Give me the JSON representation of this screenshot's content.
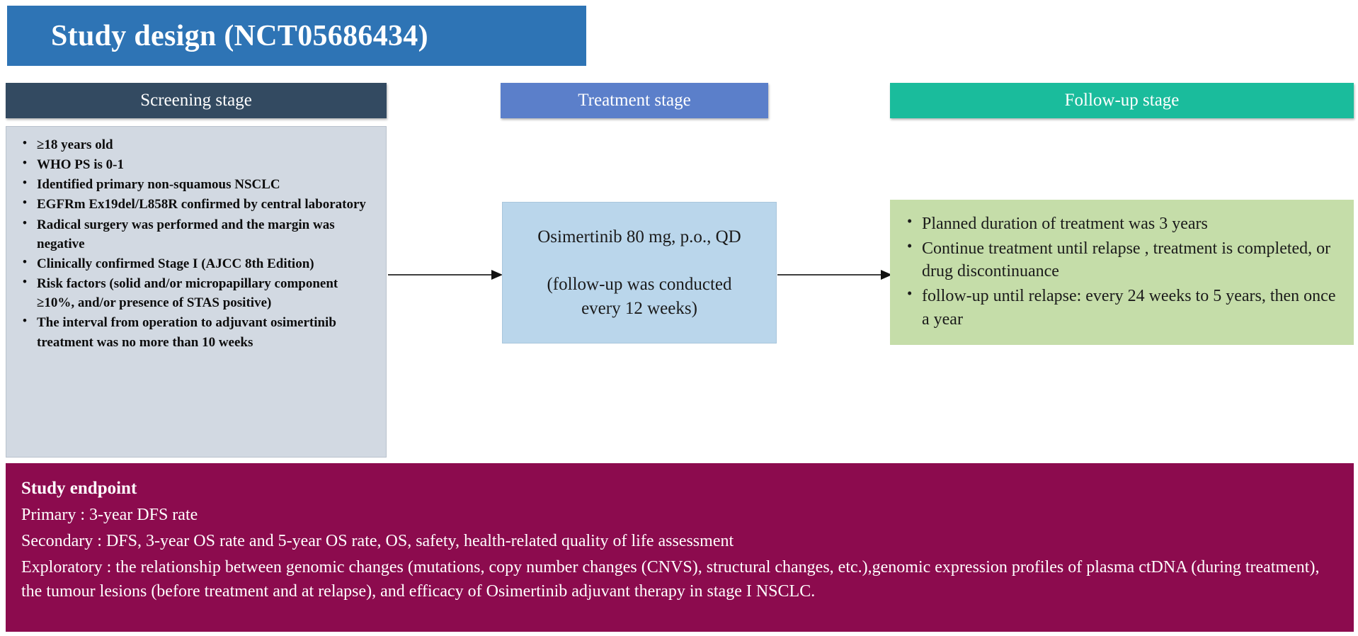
{
  "title": {
    "text": "Study design (NCT05686434)",
    "background_color": "#2E74B5"
  },
  "stages": {
    "screening": {
      "header_label": "Screening stage",
      "header_color": "#334A61",
      "panel_color": "#D2D9E2",
      "criteria": [
        "≥18 years old",
        "WHO PS is 0-1",
        "Identified primary non-squamous NSCLC",
        "EGFRm Ex19del/L858R confirmed by central laboratory",
        "Radical surgery was performed and the margin was negative",
        "Clinically confirmed Stage I (AJCC 8th Edition)",
        "Risk factors (solid and/or micropapillary component ≥10%, and/or presence of STAS positive)",
        "The interval from operation to adjuvant osimertinib treatment was no more than 10 weeks"
      ]
    },
    "treatment": {
      "header_label": "Treatment stage",
      "header_color": "#5B7FCA",
      "panel_color": "#BAD6EB",
      "dose": "Osimertinib 80 mg, p.o., QD",
      "note_line1": "(follow-up was conducted",
      "note_line2": "every 12 weeks)"
    },
    "followup": {
      "header_label": "Follow-up stage",
      "header_color": "#1ABC9C",
      "panel_color": "#C5DDA9",
      "items": [
        "Planned duration of treatment was 3 years",
        "Continue treatment until relapse , treatment is completed, or drug discontinuance",
        "follow-up until relapse: every 24 weeks to 5 years, then once a year"
      ]
    }
  },
  "endpoint": {
    "title": "Study endpoint",
    "background_color": "#8C0B4E",
    "primary": "Primary : 3-year DFS rate",
    "secondary": "Secondary : DFS, 3-year OS rate and 5-year OS rate, OS, safety, health-related quality of life assessment",
    "exploratory": "Exploratory : the relationship between genomic changes (mutations, copy number changes (CNVS), structural changes, etc.),genomic expression profiles of plasma ctDNA (during treatment), the tumour lesions (before treatment and at relapse), and efficacy of Osimertinib adjuvant therapy in stage I NSCLC."
  }
}
